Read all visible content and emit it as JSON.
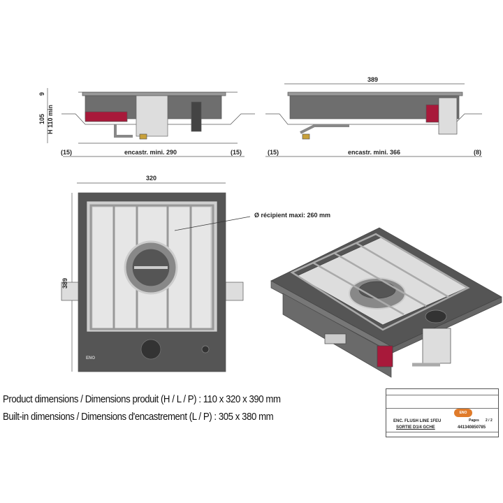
{
  "front_view": {
    "dim_top": "9",
    "dim_height": "105",
    "dim_height_min": "H 110 min",
    "dim_left_gap": "(15)",
    "dim_cutout": "encastr. mini. 290",
    "dim_right_gap": "(15)"
  },
  "side_view": {
    "dim_width": "389",
    "dim_left_gap": "(15)",
    "dim_cutout": "encastr. mini. 366",
    "dim_right_gap": "(8)"
  },
  "top_view": {
    "dim_width": "320",
    "dim_depth": "389",
    "pot_note": "Ø récipient maxi: 260 mm",
    "badge": "ENO"
  },
  "captions": {
    "product_dimensions": "Product dimensions / Dimensions produit (H / L / P) :    110 x 320 x 390 mm",
    "builtin_dimensions": "Built-in dimensions / Dimensions d'encastrement (L / P) : 305 x 380 mm"
  },
  "title_block": {
    "logo": "ENO",
    "designation_line1": "ENC. FLUSH LINE 1FEU",
    "designation_line2": "SORTIE D1/4 GCHE",
    "reference": "441340850785",
    "pages_label": "Pages",
    "pages_value": "2 / 2"
  }
}
